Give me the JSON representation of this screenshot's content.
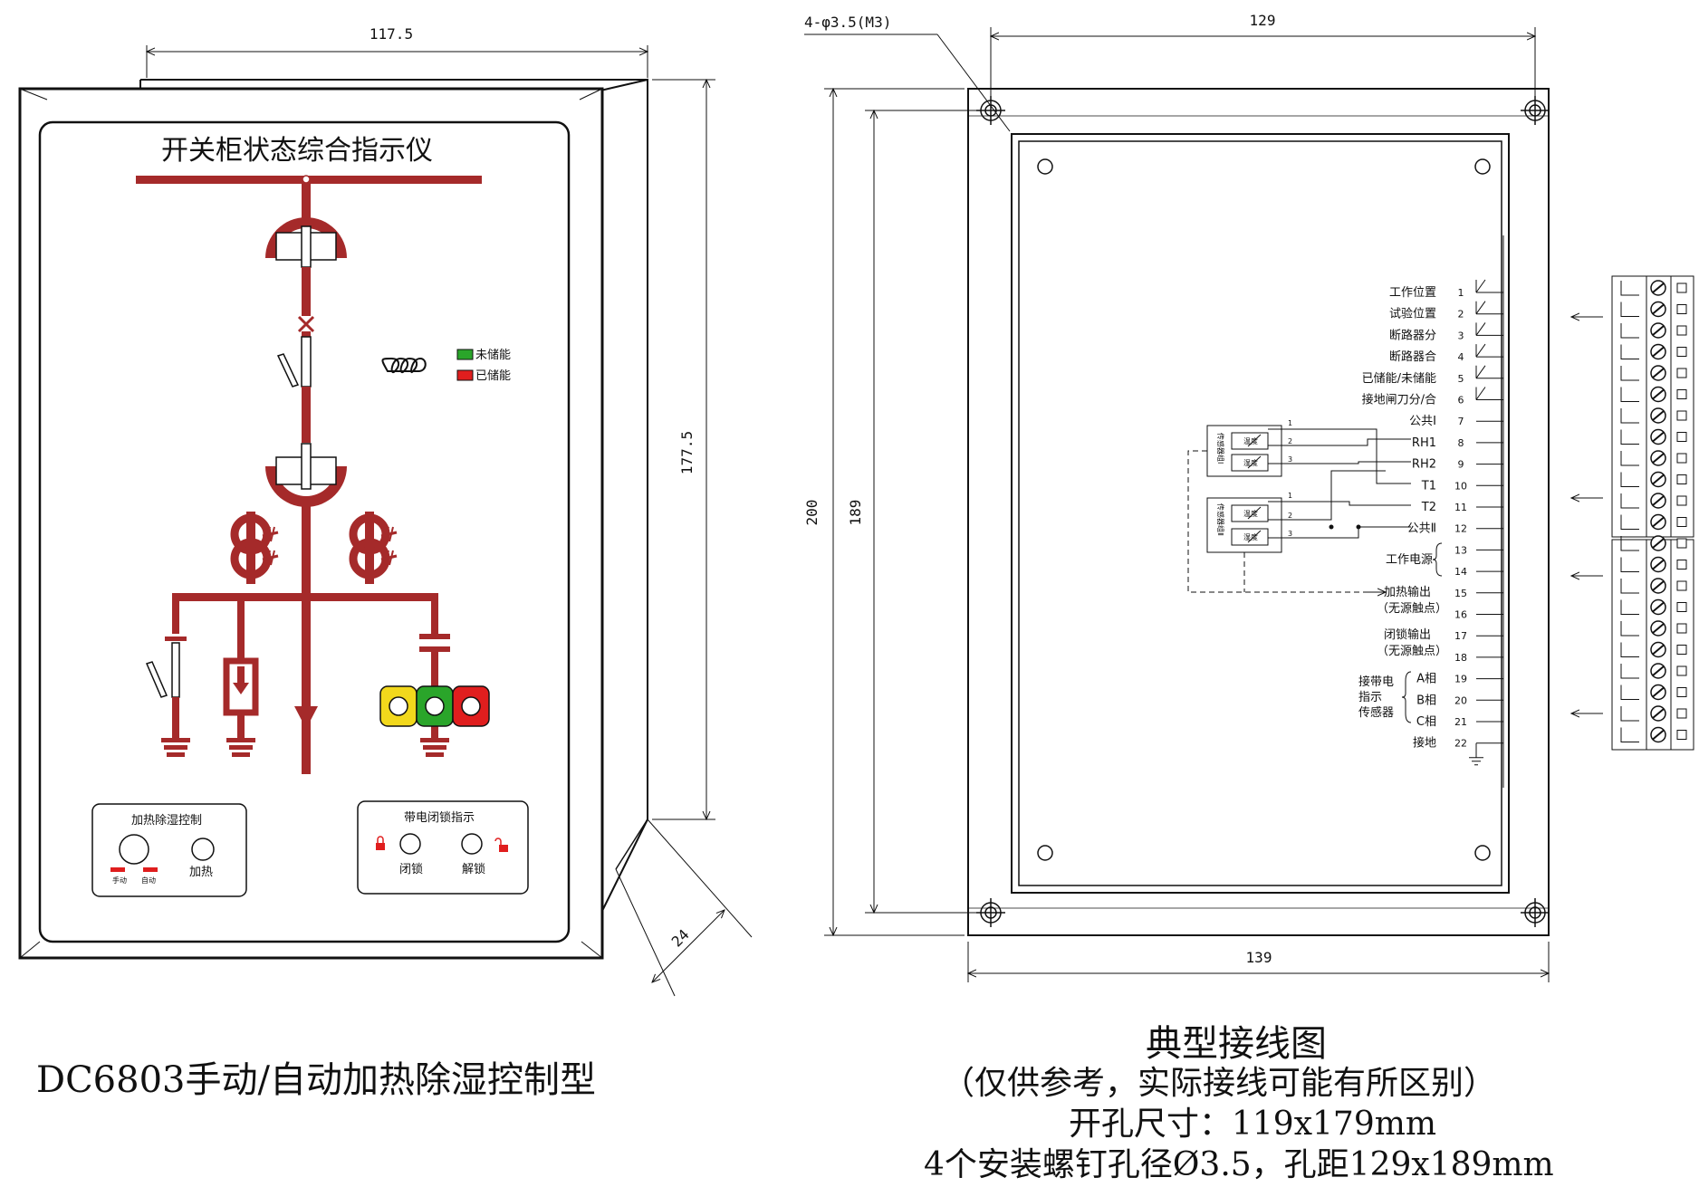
{
  "left_panel": {
    "title": "开关柜状态综合指示仪",
    "dim_width": "117.5",
    "dim_height": "177.5",
    "dim_depth": "24",
    "legend_green": "未储能",
    "legend_red": "已储能",
    "heat_box": {
      "title": "加热除湿控制",
      "manual": "手动",
      "auto": "自动",
      "heat": "加热"
    },
    "lock_box": {
      "title": "带电闭锁指示",
      "lock": "闭锁",
      "unlock": "解锁"
    },
    "caption": "DC6803手动/自动加热除湿控制型",
    "colors": {
      "busbar": "#a52a2a",
      "yellow": "#f2d81c",
      "green": "#2aa52a",
      "red": "#e01e1e"
    }
  },
  "right_panel": {
    "dim_top": "129",
    "dim_bottom": "139",
    "dim_left_outer": "200",
    "dim_left_inner": "189",
    "hole_spec": "4-φ3.5(M3)",
    "sensor_group_1": "传感器组Ⅰ",
    "sensor_group_2": "传感器组Ⅱ",
    "temp": "温度",
    "humid": "湿度",
    "terminals": [
      {
        "n": "1",
        "label": "工作位置"
      },
      {
        "n": "2",
        "label": "试验位置"
      },
      {
        "n": "3",
        "label": "断路器分"
      },
      {
        "n": "4",
        "label": "断路器合"
      },
      {
        "n": "5",
        "label": "已储能/未储能"
      },
      {
        "n": "6",
        "label": "接地闸刀分/合"
      },
      {
        "n": "7",
        "label": "公共Ⅰ"
      },
      {
        "n": "8",
        "label": "RH1"
      },
      {
        "n": "9",
        "label": "RH2"
      },
      {
        "n": "10",
        "label": "T1"
      },
      {
        "n": "11",
        "label": "T2"
      },
      {
        "n": "12",
        "label": "公共Ⅱ"
      },
      {
        "n": "13",
        "label": ""
      },
      {
        "n": "14",
        "label": ""
      },
      {
        "n": "15",
        "label": ""
      },
      {
        "n": "16",
        "label": ""
      },
      {
        "n": "17",
        "label": ""
      },
      {
        "n": "18",
        "label": ""
      },
      {
        "n": "19",
        "label": "A相"
      },
      {
        "n": "20",
        "label": "B相"
      },
      {
        "n": "21",
        "label": "C相"
      },
      {
        "n": "22",
        "label": "接地"
      }
    ],
    "group_labels": {
      "power": "工作电源",
      "heat_out": "加热输出",
      "heat_out_sub": "（无源触点）",
      "lock_out": "闭锁输出",
      "lock_out_sub": "（无源触点）",
      "sensor_1": "接带电",
      "sensor_2": "指示",
      "sensor_3": "传感器"
    },
    "caption_title": "典型接线图",
    "caption_note": "（仅供参考，实际接线可能有所区别）",
    "caption_cutout": "开孔尺寸：119x179mm",
    "caption_holes": "4个安装螺钉孔径Ø3.5，孔距129x189mm"
  }
}
